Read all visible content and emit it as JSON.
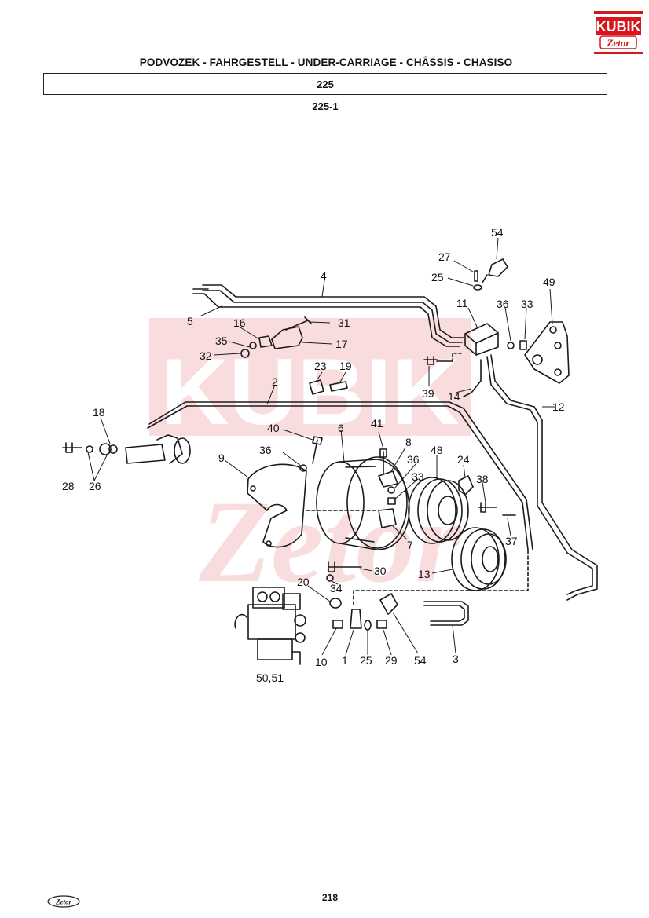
{
  "header": {
    "title": "PODVOZEK - FAHRGESTELL - UNDER-CARRIAGE - CHÂSSIS - CHASISO",
    "section": "225",
    "subsection": "225-1"
  },
  "branding": {
    "logo_top": "KUBIK",
    "logo_bottom": "Zetor",
    "footer_logo": "Zetor",
    "accent_color": "#d8141c"
  },
  "watermark": {
    "top": "KUBIK",
    "bottom": "Zetor"
  },
  "diagram": {
    "callouts": [
      "54",
      "27",
      "25",
      "4",
      "5",
      "49",
      "11",
      "36",
      "33",
      "16",
      "31",
      "35",
      "17",
      "32",
      "23",
      "19",
      "39",
      "14",
      "2",
      "12",
      "18",
      "40",
      "6",
      "41",
      "8",
      "36",
      "48",
      "24",
      "9",
      "36",
      "33",
      "38",
      "28",
      "26",
      "7",
      "37",
      "30",
      "13",
      "20",
      "34",
      "10",
      "1",
      "25",
      "29",
      "54",
      "3",
      "50,51"
    ]
  },
  "footer": {
    "page_number": "218"
  }
}
